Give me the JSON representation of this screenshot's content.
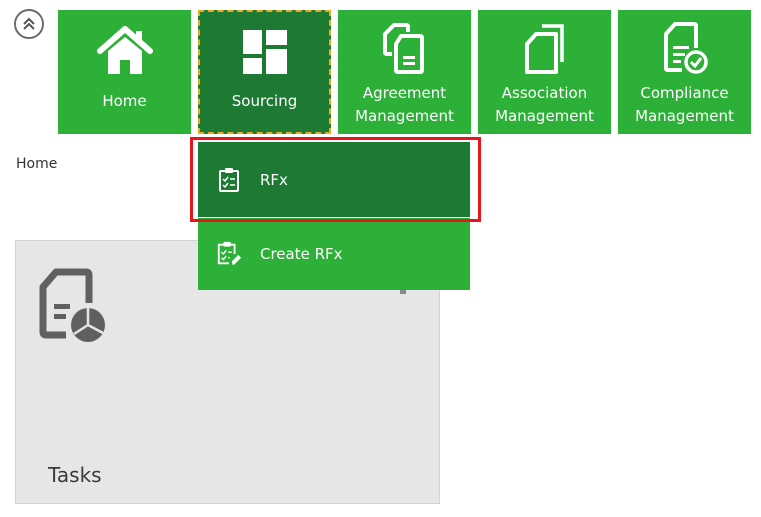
{
  "collapse": {
    "icon": "double-chevron-up-icon"
  },
  "nav": {
    "tiles": [
      {
        "label": "Home",
        "icon": "home-icon"
      },
      {
        "label": "Sourcing",
        "icon": "dashboard-blocks-icon",
        "active": true
      },
      {
        "label": "Agreement Management",
        "icon": "documents-icon"
      },
      {
        "label": "Association Management",
        "icon": "copy-documents-icon"
      },
      {
        "label": "Compliance Management",
        "icon": "document-check-icon"
      }
    ]
  },
  "dropdown": {
    "items": [
      {
        "label": "RFx",
        "icon": "clipboard-checklist-icon",
        "selected": true
      },
      {
        "label": "Create RFx",
        "icon": "clipboard-edit-icon"
      }
    ]
  },
  "breadcrumb": {
    "current": "Home"
  },
  "cards": [
    {
      "title": "Tasks",
      "icon": "document-chart-icon"
    }
  ],
  "colors": {
    "tile_green": "#2db038",
    "active_green": "#1c7a32",
    "focus_outline": "#f0a81c",
    "highlight_red": "#e8151b",
    "card_bg": "#e6e6e6"
  }
}
